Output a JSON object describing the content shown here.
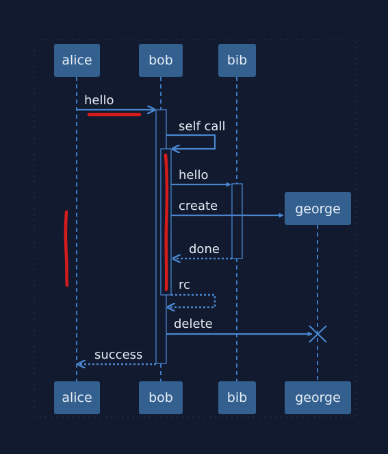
{
  "participants": {
    "alice": "alice",
    "bob": "bob",
    "bib": "bib",
    "george": "george"
  },
  "messages": {
    "hello_1": "hello",
    "self_call": "self call",
    "hello_2": "hello",
    "create": "create",
    "done": "done",
    "rc": "rc",
    "delete": "delete",
    "success": "success"
  },
  "colors": {
    "background": "#111a2e",
    "participant_box": "#33608f",
    "line": "#4a86d0",
    "annotation": "#d41c1c"
  }
}
